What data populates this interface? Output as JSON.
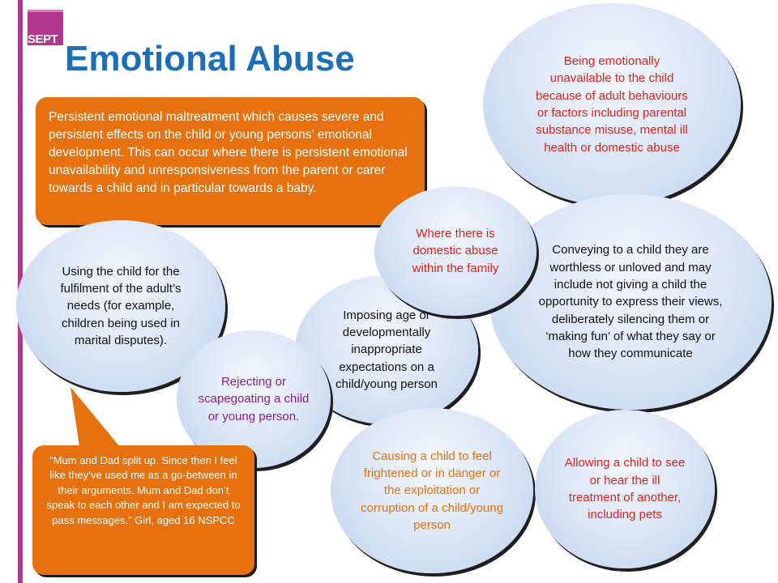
{
  "logo": {
    "text": "SEPT"
  },
  "title": "Emotional Abuse",
  "definition": "Persistent emotional maltreatment which causes severe and persistent effects on the child or young persons’ emotional development.  This can occur where there is persistent emotional unavailability and unresponsiveness from the parent or carer towards a child and in particular towards a baby.",
  "quote": "“Mum and Dad split up. Since then I feel like they’ve used me as a go-between in their arguments. Mum and Dad don’t speak to each other and I am expected to pass messages.” Girl, aged 16 NSPCC",
  "bubbles": {
    "unavailable": "Being emotionally unavailable to the child because of adult behaviours or factors including parental substance misuse, mental ill health or domestic abuse",
    "conveying": "Conveying to a child they are worthless or unloved and may include not giving a child the opportunity to express their views, deliberately silencing them or ‘making fun’ of what they say or how they communicate",
    "domestic": "Where there is domestic abuse within the family",
    "imposing": "Imposing age or developmentally inappropriate expectations on a child/young person",
    "using": "Using the child for the fulfilment of the adult’s needs (for example, children being used in marital disputes).",
    "rejecting": "Rejecting or scapegoating a child or young person.",
    "causing": "Causing a child to feel frightened or in danger or the exploitation or corruption of a child/young person",
    "allowing": "Allowing a child to see or hear the ill treatment of another, including pets"
  },
  "colors": {
    "accent_magenta": "#b3368f",
    "title_blue": "#1b6fb8",
    "callout_orange": "#e8710f",
    "text_red": "#e0231b",
    "text_purple": "#8a1f8c"
  }
}
